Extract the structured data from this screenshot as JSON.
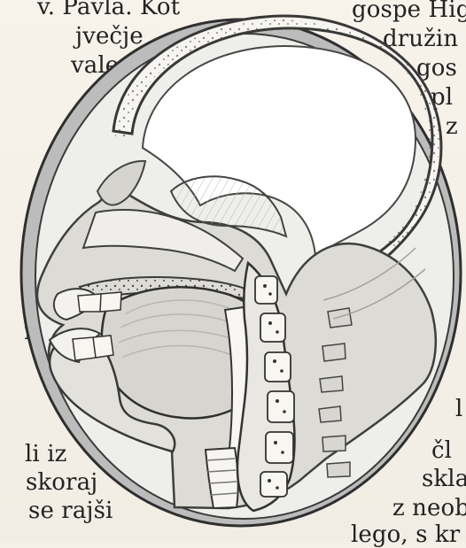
{
  "left_text": [
    "v. Pavla. Kot",
    "jvečje",
    "valent",
    ",",
    "n",
    "li iz",
    "skoraj",
    "se rajši"
  ],
  "right_text": [
    "gospe Hig",
    "družin",
    "gos",
    "pl",
    "z",
    "l",
    "čl",
    "skla",
    "z neob",
    "lego, s kr"
  ],
  "figure": {
    "subject": "sagittal-head-section",
    "colors": {
      "paper": "#f4f0e8",
      "frame": "#bdbcbc",
      "ink": "#3d3d3d",
      "tissue": "#d9d7d2",
      "bone": "#f8f6f1"
    }
  }
}
